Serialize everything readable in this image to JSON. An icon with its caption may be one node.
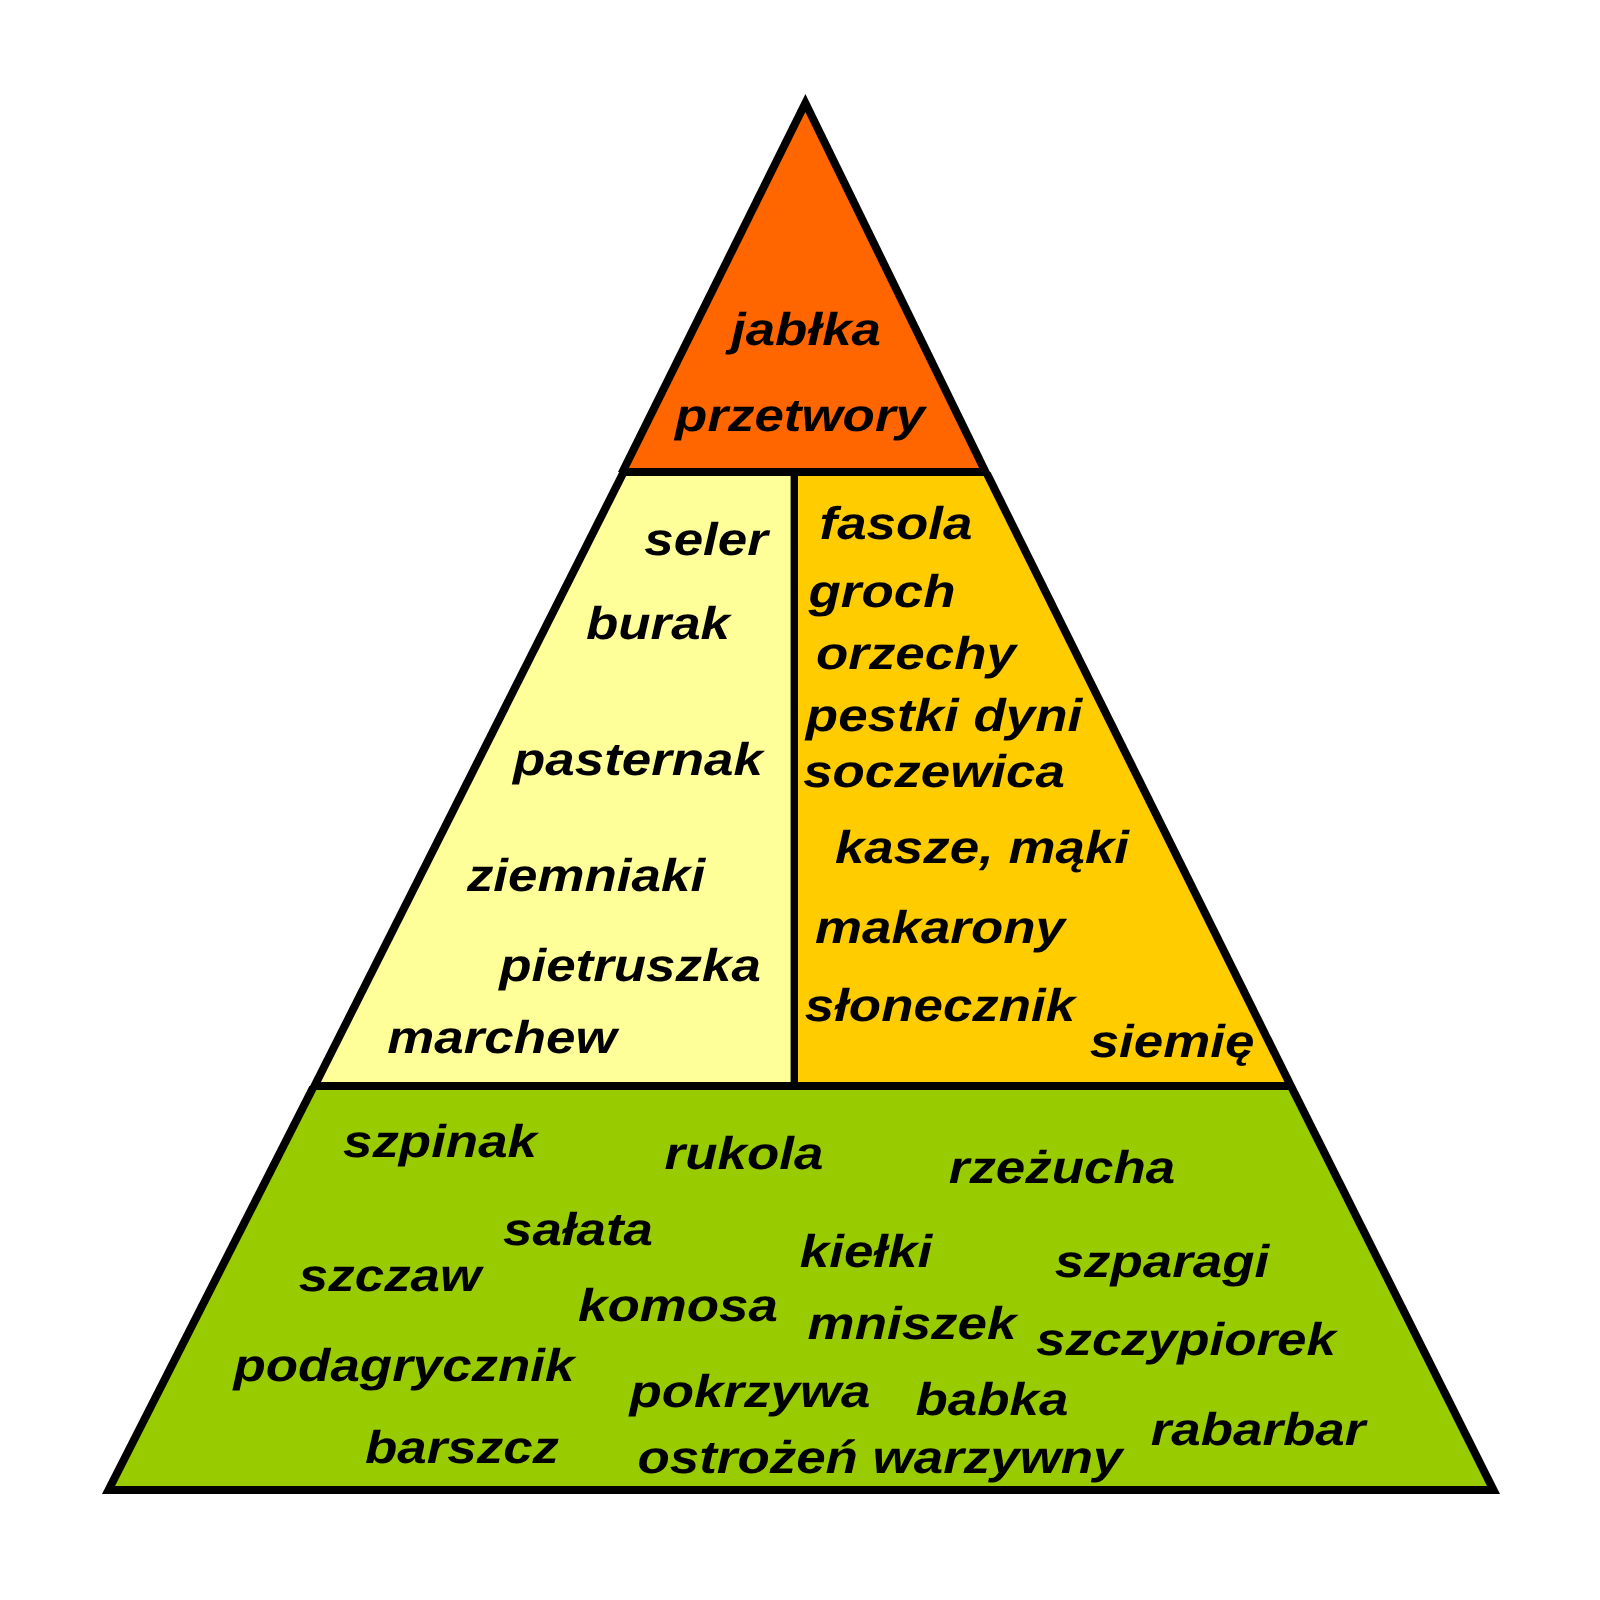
{
  "diagram": {
    "nodes": [
      {
        "text": [
          "jabłka",
          "przetwory"
        ]
      },
      {
        "text": [
          "seler",
          "burak",
          "pasternak",
          "ziemniaki",
          "pietruszka",
          "marchew"
        ]
      },
      {
        "text": [
          "fasola",
          "groch",
          "orzechy",
          "pestki dyni",
          "soczewica",
          "kasze, mąki",
          "makarony",
          "słonecznik",
          "siemię"
        ]
      },
      {
        "text": [
          "szpinak",
          "rukola",
          "rzeżucha",
          "szczaw",
          "sałata",
          "kiełki",
          "szparagi",
          "komosa",
          "mniszek",
          "szczypiorek",
          "podagrycznik",
          "pokrzywa",
          "babka",
          "rabarbar",
          "barszcz",
          "ostrożeń warzywny"
        ]
      }
    ]
  }
}
